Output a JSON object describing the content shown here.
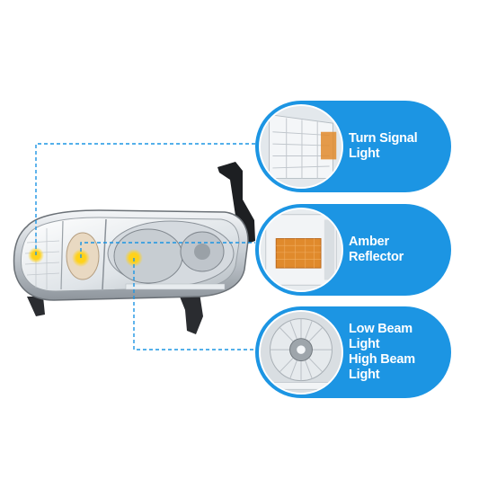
{
  "callouts": {
    "turn_signal": {
      "label": "Turn Signal Light"
    },
    "amber_reflector": {
      "label": "Amber Reflector"
    },
    "beams": {
      "line1": "Low Beam Light",
      "line2": "High Beam Light"
    }
  },
  "colors": {
    "accent_blue": "#1c95e3",
    "amber": "#e08a2c",
    "bulb_yellow": "#ffd21a",
    "chrome": "#c9ced3",
    "dashed_line": "#1c95e3"
  },
  "icons": [
    "headlight-assembly-image",
    "turn-signal-closeup",
    "amber-reflector-closeup",
    "beam-projector-closeup"
  ]
}
